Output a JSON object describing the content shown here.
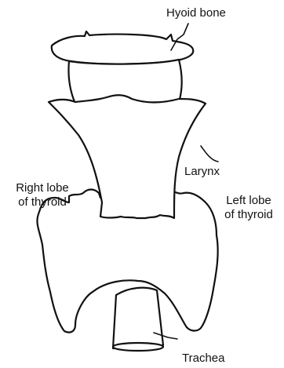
{
  "labels": {
    "hyoid_bone": "Hyoid bone",
    "larynx": "Larynx",
    "right_lobe": [
      "Right lobe",
      "of thyroid"
    ],
    "left_lobe": [
      "Left lobe",
      "of thyroid"
    ],
    "trachea": "Trachea"
  },
  "colors": {
    "ink": "#111111",
    "paper": "#ffffff"
  }
}
